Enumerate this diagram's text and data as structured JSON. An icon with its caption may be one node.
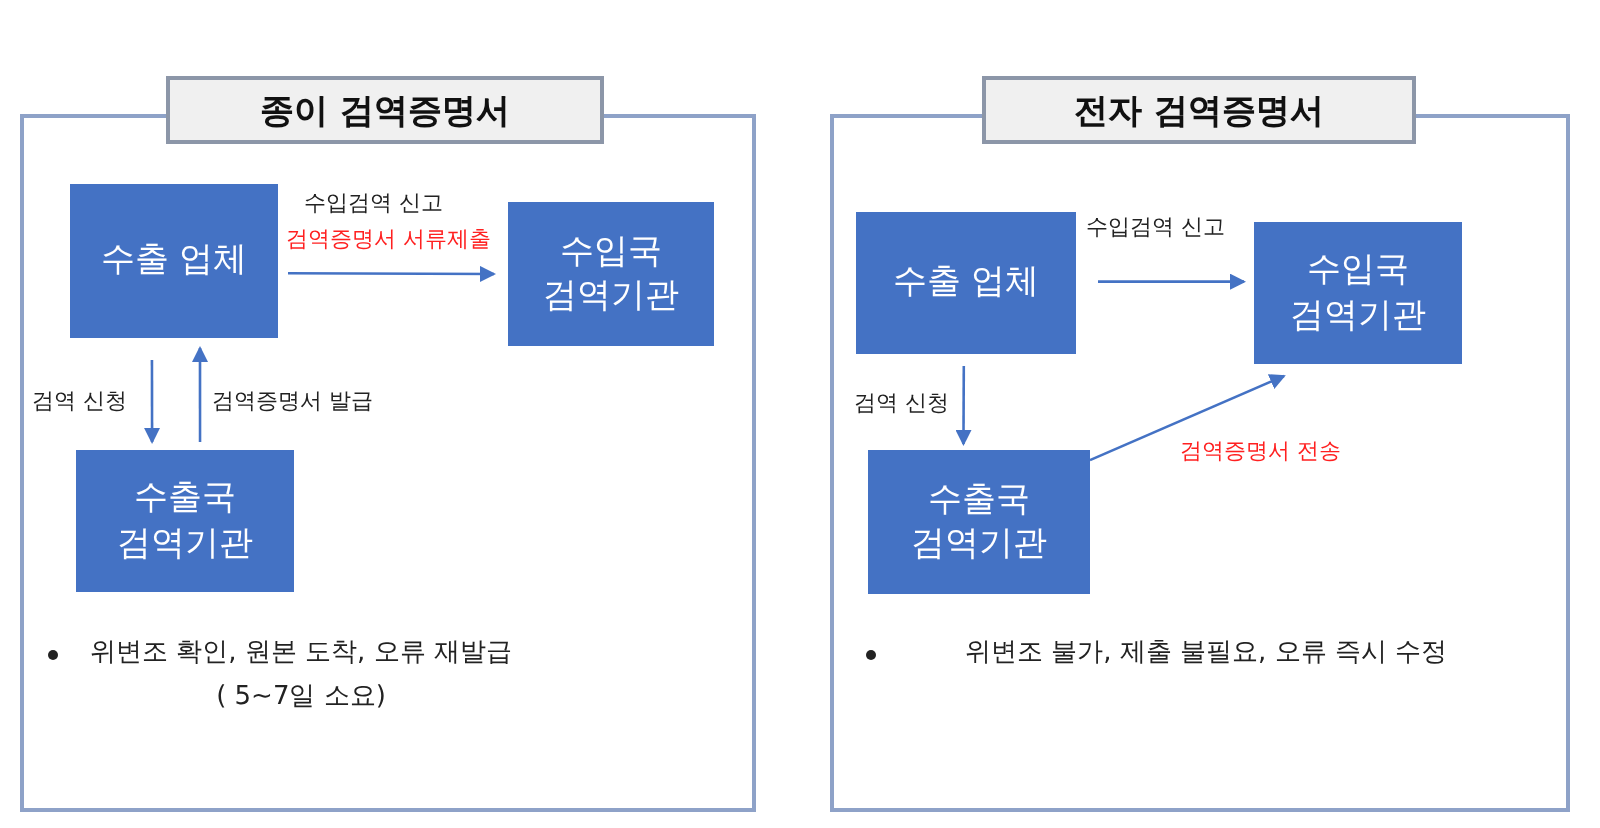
{
  "diagram": {
    "nodes": [
      {
        "text": [
          "종이 검역증명서"
        ]
      },
      {
        "text": [
          "위변조 확인, 원본 도착, 오류 재발급 ( 5~7일 소요)"
        ]
      },
      {
        "text": [
          "수출 업체"
        ],
        "in": 1
      },
      {
        "text": [
          "수출국 검역기관"
        ],
        "in": 1
      },
      {
        "text": [
          "수입국 검역기관"
        ],
        "in": 1
      },
      {
        "text": [
          "전자 검역증명서"
        ]
      },
      {
        "text": [
          "위변조 불가, 제출 불필요, 오류 즉시 수정"
        ]
      },
      {
        "text": [
          "수출 업체"
        ],
        "in": 6
      },
      {
        "text": [
          "수출국 검역기관"
        ],
        "in": 6
      },
      {
        "text": [
          "수입국 검역기관"
        ],
        "in": 6
      }
    ],
    "edges": [
      {
        "from": 2,
        "to": 4,
        "arrow": "to",
        "label": "수입검역 신고"
      },
      {
        "from": 2,
        "to": 3,
        "arrow": "to",
        "label": "검역 신청"
      },
      {
        "from": 3,
        "to": 2,
        "arrow": "to",
        "label": "검역증명서 발급"
      },
      {
        "from": 7,
        "to": 9,
        "arrow": "to",
        "label": "수입검역 신고"
      },
      {
        "from": 7,
        "to": 8,
        "arrow": "to",
        "label": "검역 신청"
      },
      {
        "from": 8,
        "to": 9,
        "arrow": "to",
        "label": "검역증명서 전송"
      }
    ],
    "labels": [
      "검역증명서 서류제출"
    ]
  }
}
